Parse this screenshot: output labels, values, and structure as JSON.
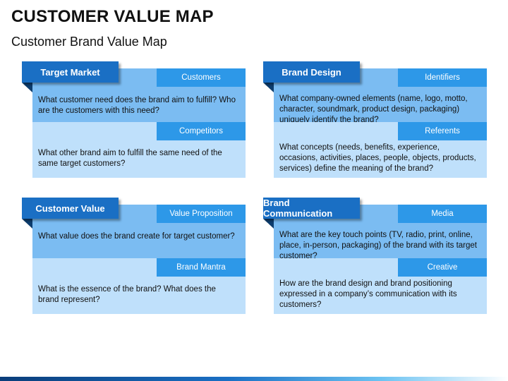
{
  "title": "CUSTOMER VALUE MAP",
  "subtitle": "Customer Brand Value Map",
  "cards": [
    {
      "heading": "Target Market",
      "rows": [
        {
          "label": "Customers",
          "question": "What customer need does the brand aim to fulfill? Who are the customers with this need?"
        },
        {
          "label": "Competitors",
          "question": "What other brand aim to fulfill the same need of the same target customers?"
        }
      ]
    },
    {
      "heading": "Brand Design",
      "rows": [
        {
          "label": "Identifiers",
          "question": "What company-owned elements (name, logo, motto, character, soundmark, product design, packaging) uniquely identify the brand?"
        },
        {
          "label": "Referents",
          "question": "What concepts (needs, benefits, experience, occasions, activities, places, people, objects, products, services) define the meaning of the brand?"
        }
      ]
    },
    {
      "heading": "Customer Value",
      "rows": [
        {
          "label": "Value Proposition",
          "question": "What value does the brand create for target customer?"
        },
        {
          "label": "Brand Mantra",
          "question": "What is the essence of the brand? What does the brand represent?"
        }
      ]
    },
    {
      "heading": "Brand Communication",
      "rows": [
        {
          "label": "Media",
          "question": "What are the key touch points (TV, radio, print, online, place, in-person, packaging) of the brand with its target customer?"
        },
        {
          "label": "Creative",
          "question": "How are the brand design and brand positioning expressed in a company’s communication with its customers?"
        }
      ]
    }
  ]
}
